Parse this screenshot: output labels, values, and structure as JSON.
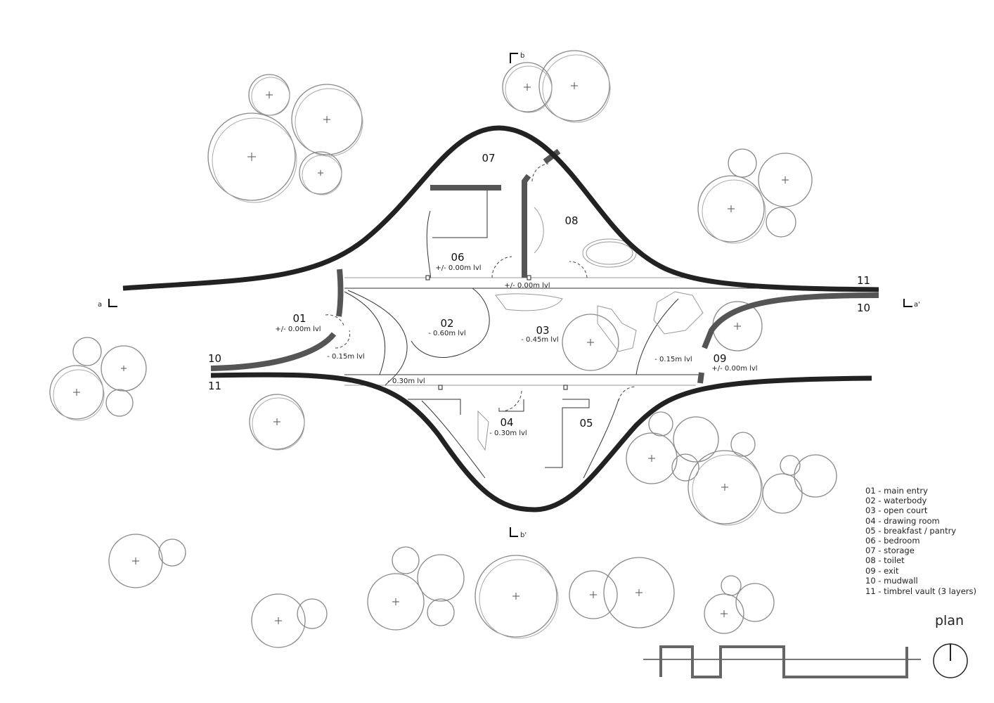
{
  "rooms": {
    "r01": {
      "num": "01",
      "level": "+/- 0.00m lvl"
    },
    "r02": {
      "num": "02",
      "level": "- 0.60m lvl"
    },
    "r03": {
      "num": "03",
      "level": "- 0.45m lvl"
    },
    "r04": {
      "num": "04",
      "level": "- 0.30m lvl"
    },
    "r05": {
      "num": "05"
    },
    "r06": {
      "num": "06",
      "level": "+/- 0.00m lvl"
    },
    "r07": {
      "num": "07"
    },
    "r08": {
      "num": "08"
    },
    "r09": {
      "num": "09",
      "level": "+/- 0.00m lvl"
    }
  },
  "levels": {
    "corridor_top": "+/- 0.00m lvl",
    "left_015": "- 0.15m lvl",
    "right_015": "- 0.15m lvl",
    "bottom_030": "- 0.30m lvl"
  },
  "callouts": {
    "l10": "10",
    "l11": "11",
    "r10": "10",
    "r11": "11"
  },
  "sections": {
    "a": "a",
    "a_prime": "a'",
    "b": "b",
    "b_prime": "b'"
  },
  "legend": [
    "01 - main entry",
    "02 - waterbody",
    "03 - open court",
    "04 - drawing room",
    "05 - breakfast / pantry",
    "06 - bedroom",
    "07 - storage",
    "08 - toilet",
    "09 - exit",
    "10 - mudwall",
    "11 - timbrel vault (3 layers)"
  ],
  "title": "plan"
}
